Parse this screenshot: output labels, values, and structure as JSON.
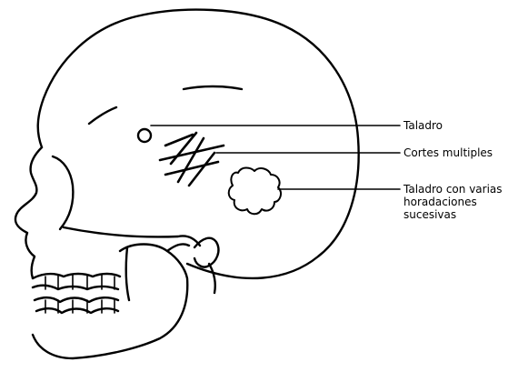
{
  "colors": {
    "ink": "#000000",
    "background": "#ffffff"
  },
  "labels": {
    "taladro": "Taladro",
    "cortes": "Cortes multiples",
    "varias_line1": "Taladro con varias",
    "varias_line2": "horadaciones",
    "varias_line3": "sucesivas"
  }
}
